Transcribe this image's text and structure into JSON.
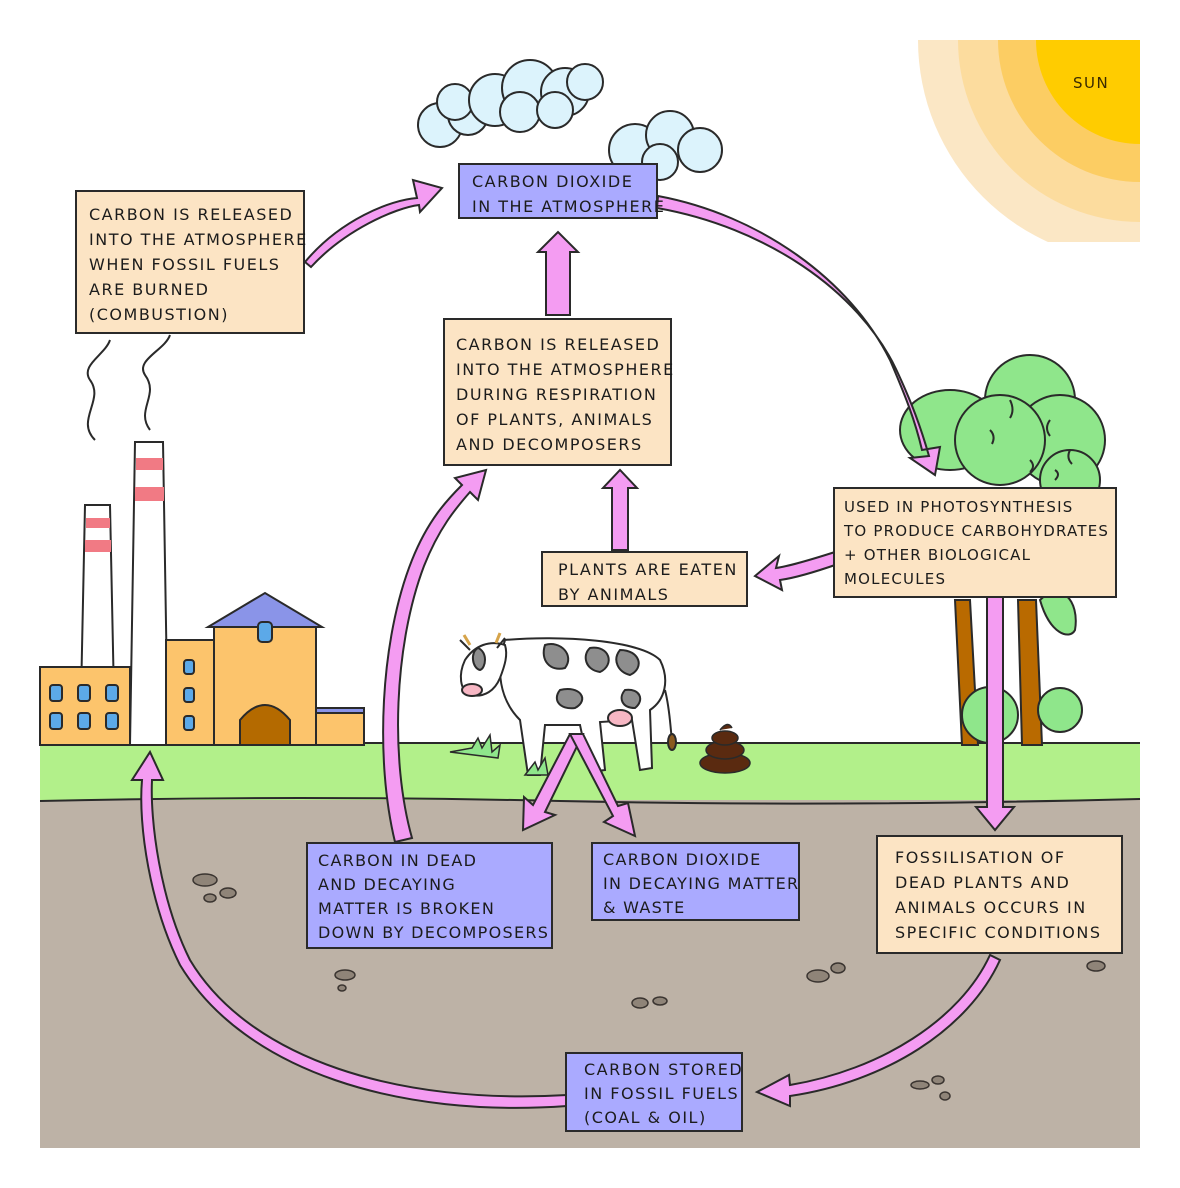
{
  "sun": {
    "label": "SUN"
  },
  "boxes": {
    "co2_atmosphere": {
      "lines": [
        "CARBON DIOXIDE",
        "IN THE ATMOSPHERE"
      ]
    },
    "combustion": {
      "lines": [
        "CARBON IS RELEASED",
        "INTO THE ATMOSPHERE",
        "WHEN FOSSIL FUELS",
        "ARE BURNED",
        "(COMBUSTION)"
      ]
    },
    "respiration": {
      "lines": [
        "CARBON IS RELEASED",
        "INTO THE ATMOSPHERE",
        "DURING RESPIRATION",
        "OF PLANTS, ANIMALS",
        "AND DECOMPOSERS"
      ]
    },
    "photosynthesis": {
      "lines": [
        "USED IN PHOTOSYNTHESIS",
        "TO PRODUCE CARBOHYDRATES",
        "+ OTHER BIOLOGICAL",
        "MOLECULES"
      ]
    },
    "eaten": {
      "lines": [
        "PLANTS ARE EATEN",
        "BY ANIMALS"
      ]
    },
    "decomposers": {
      "lines": [
        "CARBON IN DEAD",
        "AND DECAYING",
        "MATTER IS BROKEN",
        "DOWN BY DECOMPOSERS"
      ]
    },
    "decaying_co2": {
      "lines": [
        "CARBON DIOXIDE",
        "IN DECAYING MATTER",
        "& WASTE"
      ]
    },
    "fossilisation": {
      "lines": [
        "FOSSILISATION OF",
        "DEAD PLANTS AND",
        "ANIMALS OCCURS IN",
        "SPECIFIC CONDITIONS"
      ]
    },
    "fossil_fuels": {
      "lines": [
        "CARBON STORED",
        "IN FOSSIL FUELS",
        "(COAL & OIL)"
      ]
    }
  },
  "colors": {
    "arrow": "#f49cf2",
    "beige_box": "#fce4c4",
    "blue_box": "#aaaaff",
    "grass": "#b2f08a",
    "soil": "#bdb2a6",
    "sun_core": "#ffcc00"
  }
}
